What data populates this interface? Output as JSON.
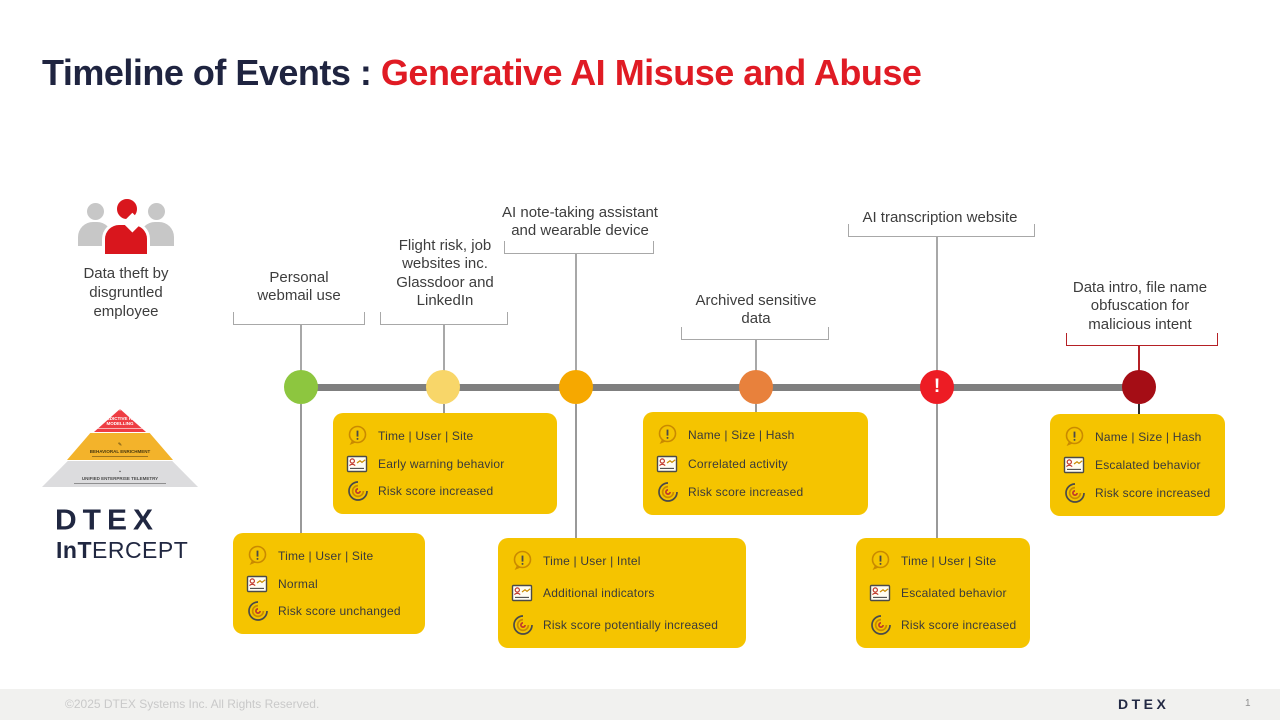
{
  "header": {
    "title_dark": "Timeline of Events : ",
    "title_red": "Generative AI Misuse and Abuse",
    "accent_color": "#e01b24",
    "title_color": "#1f2440"
  },
  "left_panel": {
    "scenario": "Data theft by\ndisgruntled\nemployee"
  },
  "pyramid": {
    "tiers": [
      {
        "label": "PREDICTIVE RISK MODELLING",
        "color": "#ee3d43"
      },
      {
        "label": "BEHAVIORAL ENRICHMENT",
        "color": "#f3b32b"
      },
      {
        "label": "UNIFIED ENTERPRISE TELEMETRY",
        "color": "#dcdcde"
      }
    ]
  },
  "brand": {
    "name": "DTEX",
    "product_bold": "InT",
    "product_rest": "ERCEPT"
  },
  "timeline": {
    "line_color": "#7f7f7f",
    "events": [
      {
        "label": "Personal\nwebmail use",
        "dot_color": "#8dc63f",
        "mark": ""
      },
      {
        "label": "Flight risk, job\nwebsites inc.\nGlassdoor and\nLinkedIn",
        "dot_color": "#f8d669",
        "mark": ""
      },
      {
        "label": "AI note-taking assistant\nand wearable device",
        "dot_color": "#f6a800",
        "mark": ""
      },
      {
        "label": "Archived sensitive\ndata",
        "dot_color": "#e8813c",
        "mark": ""
      },
      {
        "label": "AI transcription website",
        "dot_color": "#ed1c24",
        "mark": "!"
      },
      {
        "label": "Data intro, file name\nobfuscation for\nmalicious intent",
        "dot_color": "#a50d15",
        "mark": ""
      }
    ]
  },
  "callouts": [
    {
      "rows": [
        {
          "icon": "info-bubble-icon",
          "text": "Time | User | Site"
        },
        {
          "icon": "id-card-icon",
          "text": "Normal"
        },
        {
          "icon": "risk-spiral-icon",
          "text": "Risk score unchanged"
        }
      ]
    },
    {
      "rows": [
        {
          "icon": "info-bubble-icon",
          "text": "Time | User | Site"
        },
        {
          "icon": "id-card-icon",
          "text": "Early warning behavior"
        },
        {
          "icon": "risk-spiral-icon",
          "text": "Risk score increased"
        }
      ]
    },
    {
      "rows": [
        {
          "icon": "info-bubble-icon",
          "text": "Time | User | Intel"
        },
        {
          "icon": "id-card-icon",
          "text": "Additional indicators"
        },
        {
          "icon": "risk-spiral-icon",
          "text": "Risk score potentially increased"
        }
      ]
    },
    {
      "rows": [
        {
          "icon": "info-bubble-icon",
          "text": "Name | Size | Hash"
        },
        {
          "icon": "id-card-icon",
          "text": "Correlated activity"
        },
        {
          "icon": "risk-spiral-icon",
          "text": "Risk score increased"
        }
      ]
    },
    {
      "rows": [
        {
          "icon": "info-bubble-icon",
          "text": "Time | User | Site"
        },
        {
          "icon": "id-card-icon",
          "text": "Escalated behavior"
        },
        {
          "icon": "risk-spiral-icon",
          "text": "Risk score increased"
        }
      ]
    },
    {
      "rows": [
        {
          "icon": "info-bubble-icon",
          "text": "Name | Size | Hash"
        },
        {
          "icon": "id-card-icon",
          "text": "Escalated behavior"
        },
        {
          "icon": "risk-spiral-icon",
          "text": "Risk score increased"
        }
      ]
    }
  ],
  "callout_color": "#f5c400",
  "footer": {
    "copyright": "©2025 DTEX Systems Inc. All Rights Reserved.",
    "brand": "DTEX",
    "page": "1"
  }
}
